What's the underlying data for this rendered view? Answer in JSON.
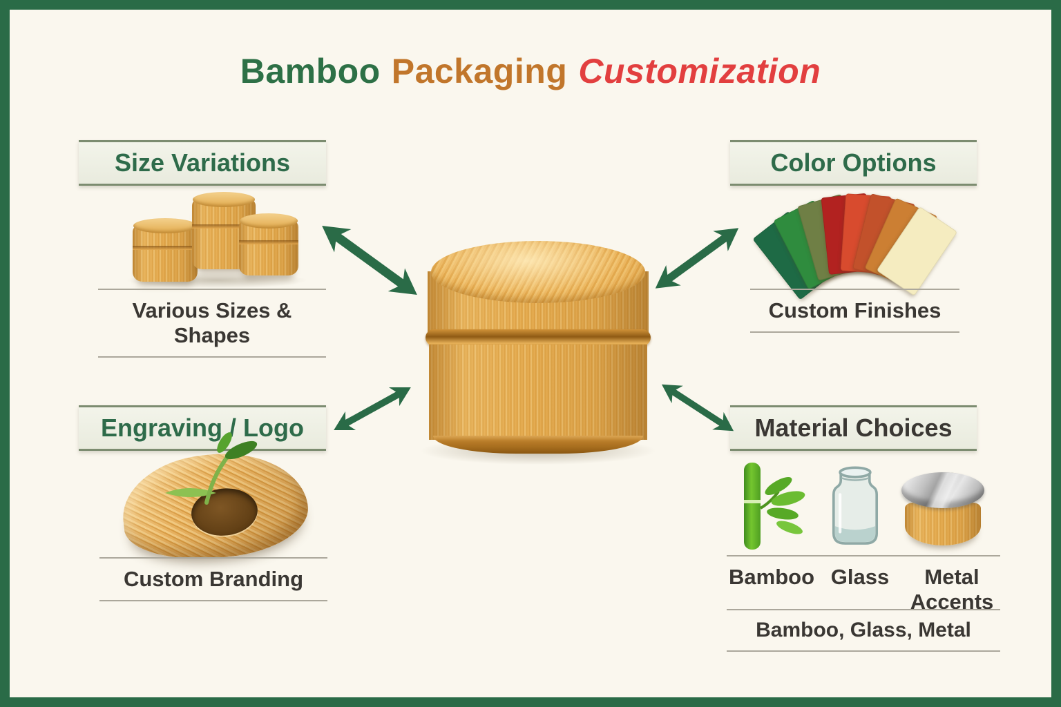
{
  "page": {
    "background": "#FAF7EE",
    "frame_color": "#2A6B47"
  },
  "title": {
    "parts": [
      {
        "text": "Bamboo",
        "color": "#2D7046"
      },
      {
        "text": "Packaging",
        "color": "#C1762B"
      },
      {
        "text": "Customization",
        "color": "#E23F3F"
      }
    ]
  },
  "sections": {
    "size_variations": {
      "header": "Size Variations",
      "header_color": "#2E6B4A",
      "caption": "Various Sizes & Shapes",
      "icon": "three-bamboo-jars"
    },
    "color_options": {
      "header": "Color Options",
      "header_color": "#2E6B4A",
      "caption": "Custom Finishes",
      "icon": "color-swatch-fan",
      "swatches": [
        "#1E6A45",
        "#2F8C3E",
        "#6F7F45",
        "#B22220",
        "#D84B2E",
        "#C2512B",
        "#CC7F33",
        "#F5ECC0"
      ]
    },
    "engraving": {
      "header": "Engraving / Logo",
      "header_color": "#2E6B4A",
      "caption": "Custom Branding",
      "icon": "engraved-bamboo-lid-with-sprout"
    },
    "materials": {
      "header": "Material Choices",
      "header_color": "#3A3733",
      "items": [
        {
          "label": "Bamboo",
          "icon": "bamboo-stalk"
        },
        {
          "label": "Glass",
          "icon": "glass-jar"
        },
        {
          "label": "Metal Accents",
          "icon": "metal-lid-jar"
        }
      ],
      "caption": "Bamboo, Glass, Metal"
    }
  },
  "center": {
    "icon": "bamboo-jar"
  },
  "arrows": {
    "color": "#2A6B47"
  }
}
